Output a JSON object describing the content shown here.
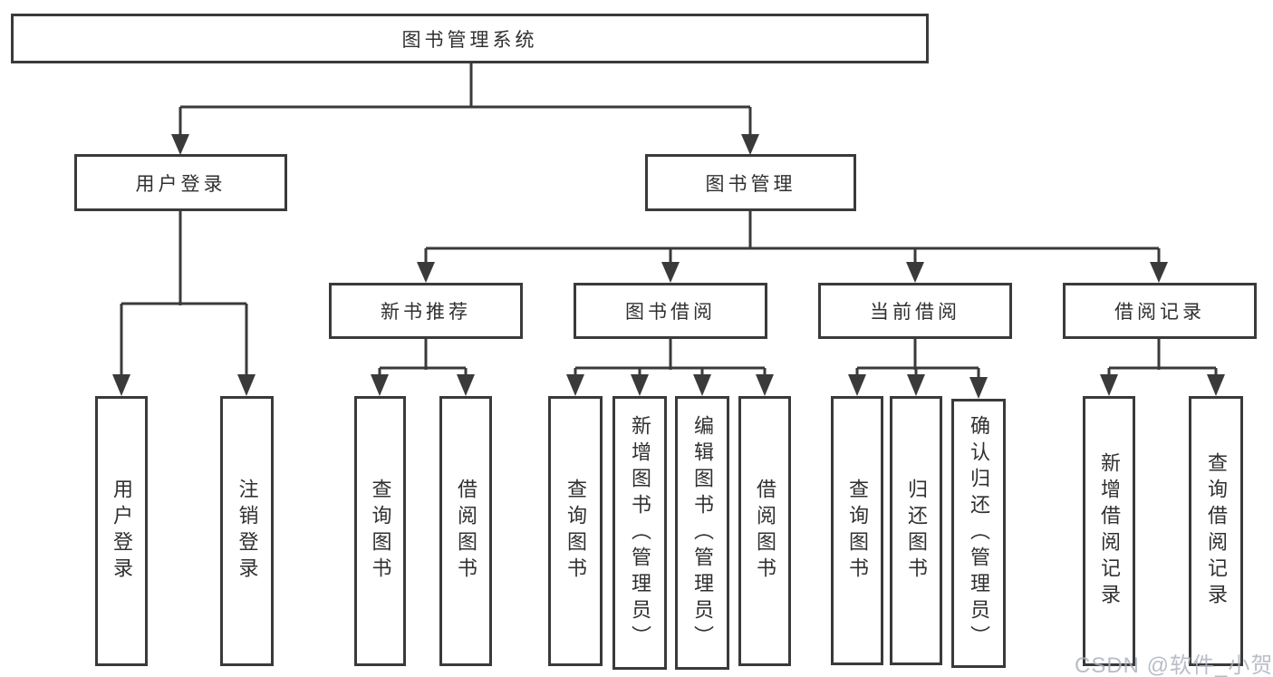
{
  "diagram": {
    "root": {
      "label": "图书管理系统"
    },
    "branches": [
      {
        "label": "用户登录",
        "children": [
          {
            "label": "用户登录"
          },
          {
            "label": "注销登录"
          }
        ]
      },
      {
        "label": "图书管理",
        "children": [
          {
            "label": "新书推荐",
            "children": [
              {
                "label": "查询图书"
              },
              {
                "label": "借阅图书"
              }
            ]
          },
          {
            "label": "图书借阅",
            "children": [
              {
                "label": "查询图书"
              },
              {
                "label": "新增图书（管理员）"
              },
              {
                "label": "编辑图书（管理员）"
              },
              {
                "label": "借阅图书"
              }
            ]
          },
          {
            "label": "当前借阅",
            "children": [
              {
                "label": "查询图书"
              },
              {
                "label": "归还图书"
              },
              {
                "label": "确认归还（管理员）"
              }
            ]
          },
          {
            "label": "借阅记录",
            "children": [
              {
                "label": "新增借阅记录"
              },
              {
                "label": "查询借阅记录"
              }
            ]
          }
        ]
      }
    ]
  },
  "watermark": {
    "text": "CSDN @软件_小贺同学"
  },
  "colors": {
    "line": "#3a3a3a",
    "text": "#303030",
    "background": "#ffffff",
    "watermark": "#adb2bc"
  }
}
